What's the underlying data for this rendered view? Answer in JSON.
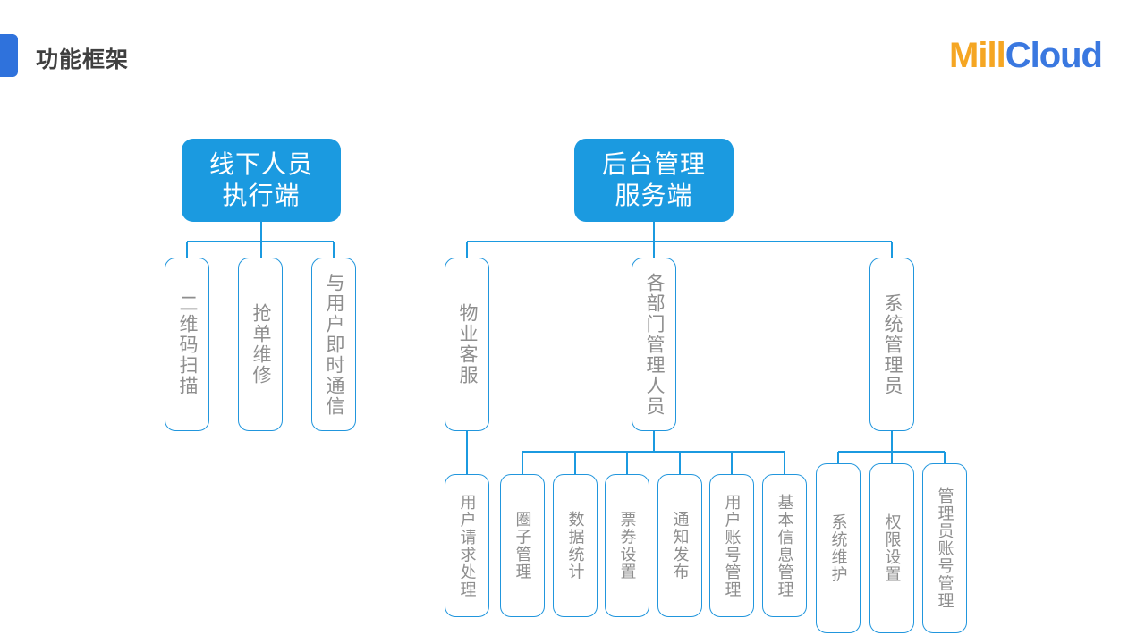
{
  "header": {
    "title": "功能框架",
    "accent_color": "#2f72dc",
    "logo": {
      "part1": "Mill",
      "part2": "Cloud",
      "part1_color": "#f5a623",
      "part2_color": "#3a78e0"
    }
  },
  "theme": {
    "node_fill": "#1b9ae0",
    "node_stroke": "#2196dd",
    "node_text": "#8e8e8e",
    "root_text": "#ffffff",
    "connector": "#1b9ae0"
  },
  "diagram": {
    "type": "org-tree",
    "roots": [
      {
        "id": "root-offline",
        "line1": "线下人员",
        "line2": "执行端",
        "children": [
          {
            "id": "qr-scan",
            "label": "二维码扫描"
          },
          {
            "id": "order-repair",
            "label": "抢单维修"
          },
          {
            "id": "user-im",
            "label": "与用户即时通信"
          }
        ]
      },
      {
        "id": "root-backend",
        "line1": "后台管理",
        "line2": "服务端",
        "children": [
          {
            "id": "property-service",
            "label": "物业客服",
            "children": [
              {
                "id": "user-request-handling",
                "label": "用户请求处理"
              }
            ]
          },
          {
            "id": "department-managers",
            "label": "各部门管理人员",
            "children": [
              {
                "id": "circle-management",
                "label": "圈子管理"
              },
              {
                "id": "data-statistics",
                "label": "数据统计"
              },
              {
                "id": "ticket-settings",
                "label": "票券设置"
              },
              {
                "id": "notice-publish",
                "label": "通知发布"
              },
              {
                "id": "user-account-management",
                "label": "用户账号管理"
              },
              {
                "id": "basic-info-management",
                "label": "基本信息管理"
              }
            ]
          },
          {
            "id": "system-admin",
            "label": "系统管理员",
            "children": [
              {
                "id": "system-maintenance",
                "label": "系统维护"
              },
              {
                "id": "permission-settings",
                "label": "权限设置"
              },
              {
                "id": "admin-account-management",
                "label": "管理员账号管理"
              }
            ]
          }
        ]
      }
    ]
  }
}
